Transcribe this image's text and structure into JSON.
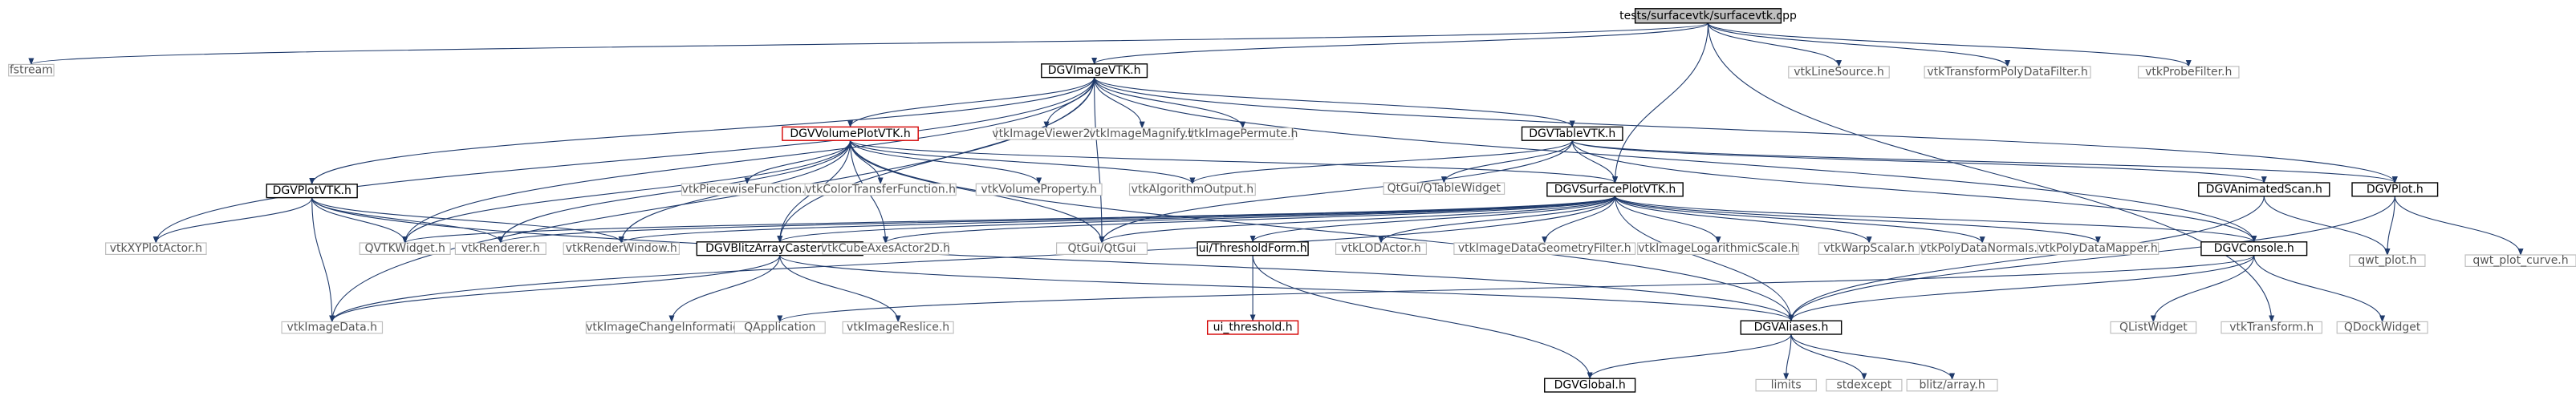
{
  "nodes": {
    "root": "tests/surfacevtk/surfacevtk.cpp",
    "fstream": "fstream",
    "dgvimagevtk": "DGVImageVTK.h",
    "vtklinesource": "vtkLineSource.h",
    "vtktransformpolydatafilter": "vtkTransformPolyDataFilter.h",
    "vtkprobefilter": "vtkProbeFilter.h",
    "dgvvolumeplotvtk": "DGVVolumePlotVTK.h",
    "vtkimageviewer2": "vtkImageViewer2.h",
    "vtkimagemagnify": "vtkImageMagnify.h",
    "vtkimagepermute": "vtkImagePermute.h",
    "dgvtablevtk": "DGVTableVTK.h",
    "dgvplotvtk": "DGVPlotVTK.h",
    "vtkpiecewisefunction": "vtkPiecewiseFunction.h",
    "vtkcolortransferfunction": "vtkColorTransferFunction.h",
    "vtkvolumeproperty": "vtkVolumeProperty.h",
    "vtkalgorithmoutput": "vtkAlgorithmOutput.h",
    "qtgui_qtablewidget": "QtGui/QTableWidget",
    "dgvsurfaceplotvtk": "DGVSurfacePlotVTK.h",
    "dgvanimatedscan": "DGVAnimatedScan.h",
    "dgvplot": "DGVPlot.h",
    "vtkxyplotactor": "vtkXYPlotActor.h",
    "qvtkwidget": "QVTKWidget.h",
    "vtkrenderer": "vtkRenderer.h",
    "vtkrenderwindow": "vtkRenderWindow.h",
    "dgvblitzarraycastervtk": "DGVBlitzArrayCasterVTK.h",
    "vtkcubeaxesactor2d": "vtkCubeAxesActor2D.h",
    "qtgui_qtgui": "QtGui/QtGui",
    "ui_thresholdform": "ui/ThresholdForm.h",
    "vtklodactor": "vtkLODActor.h",
    "vtkimagedatageometryfilter": "vtkImageDataGeometryFilter.h",
    "vtkimagelogarithmicscale": "vtkImageLogarithmicScale.h",
    "vtkwarpscalar": "vtkWarpScalar.h",
    "vtkpolydatanormals": "vtkPolyDataNormals.h",
    "vtkpolydatamapper": "vtkPolyDataMapper.h",
    "dgvconsole": "DGVConsole.h",
    "qwt_plot": "qwt_plot.h",
    "qwt_plot_curve": "qwt_plot_curve.h",
    "vtkimagedata": "vtkImageData.h",
    "vtkimagechangeinformation": "vtkImageChangeInformation.h",
    "qapplication": "QApplication",
    "vtkimagereslice": "vtkImageReslice.h",
    "ui_threshold": "ui_threshold.h",
    "dgvaliases": "DGVAliases.h",
    "qlistwidget": "QListWidget",
    "vtktransform": "vtkTransform.h",
    "qdockwidget": "QDockWidget",
    "dgvglobal": "DGVGlobal.h",
    "limits": "limits",
    "stdexcept": "stdexcept",
    "blitz_array": "blitz/array.h"
  },
  "colors": {
    "edge": "#1f3a6b",
    "root_fill": "#bfbfbf",
    "documented_border": "#000000",
    "undocumented_border": "#bfbfbf",
    "highlight_border": "#d40000"
  }
}
